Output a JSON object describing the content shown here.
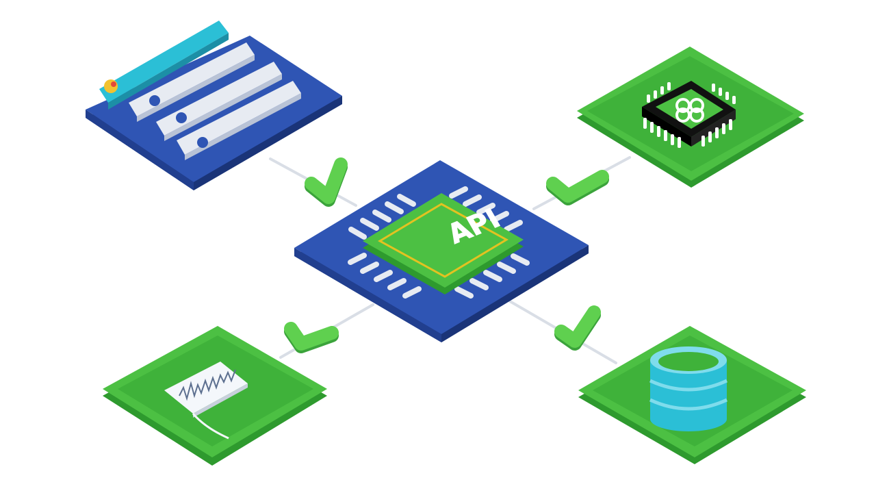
{
  "hub": {
    "label": "API",
    "icon": "api-chip-icon"
  },
  "nodes": [
    {
      "id": "node-top-left",
      "icon": "document-list-icon",
      "color": "#2f55b4"
    },
    {
      "id": "node-top-right",
      "icon": "chip-icon",
      "color": "#4cc043"
    },
    {
      "id": "node-bottom-left",
      "icon": "chart-icon",
      "color": "#4cc043"
    },
    {
      "id": "node-bottom-right",
      "icon": "database-icon",
      "color": "#4cc043"
    }
  ],
  "status_icon": "checkmark-icon",
  "colors": {
    "blue": "#2f55b4",
    "blue_dark": "#213f8f",
    "green": "#4cc043",
    "green_dark": "#2e9a2e",
    "accent_cyan": "#2bbfd6",
    "connector": "#d9dee6",
    "check": "#5fd04f"
  }
}
